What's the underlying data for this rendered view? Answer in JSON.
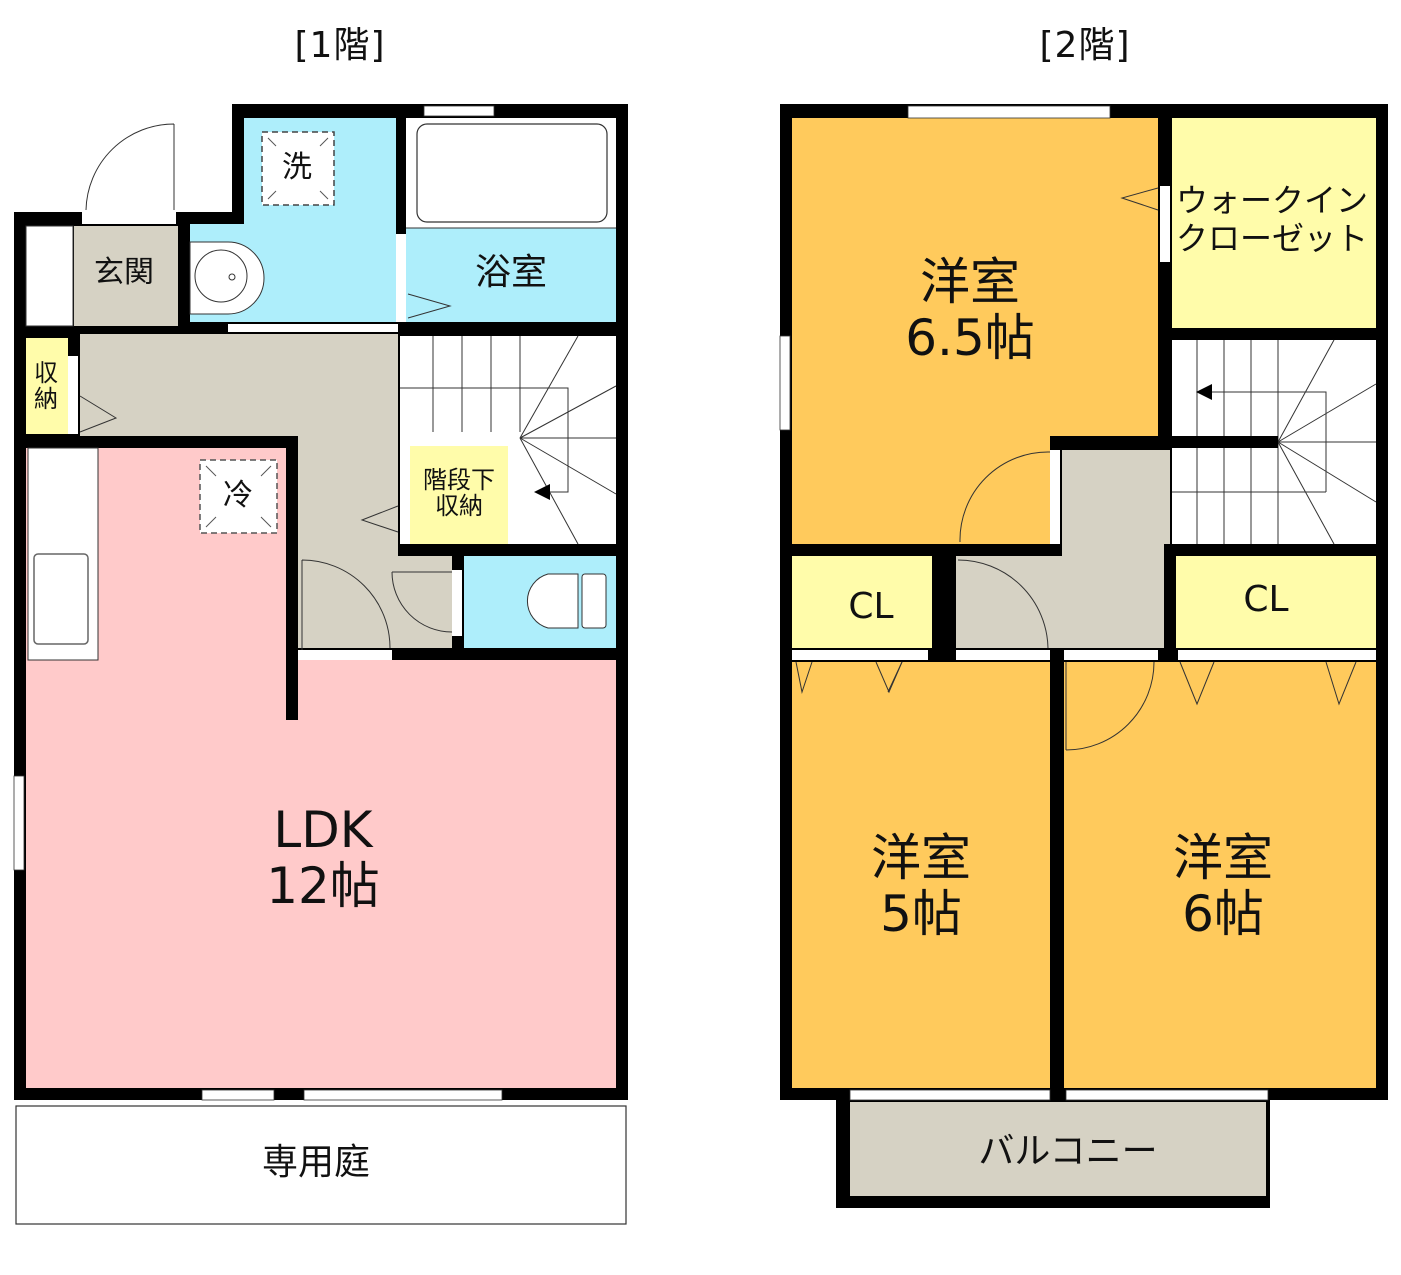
{
  "floors": [
    {
      "title": "[1階]",
      "rooms": {
        "entrance": "玄関",
        "washroom_marker": "洗",
        "bathroom": "浴室",
        "storage": [
          "収",
          "納"
        ],
        "under_stair_storage": [
          "階段下",
          "収納"
        ],
        "fridge_marker": "冷",
        "ldk": {
          "name": "LDK",
          "size": "12帖"
        },
        "private_garden": "専用庭"
      }
    },
    {
      "title": "[2階]",
      "rooms": {
        "western_room_a": {
          "name": "洋室",
          "size": "6.5帖"
        },
        "walk_in_closet": [
          "ウォークイン",
          "クローゼット"
        ],
        "closet_left": "CL",
        "closet_right": "CL",
        "western_room_b": {
          "name": "洋室",
          "size": "5帖"
        },
        "western_room_c": {
          "name": "洋室",
          "size": "6帖"
        },
        "balcony": "バルコニー"
      }
    }
  ],
  "colors": {
    "wall": "#000000",
    "ldk": "#FFCACA",
    "western_room": "#FFCA5C",
    "closet": "#FFFCAA",
    "wet_area": "#AEEEFB",
    "hall": "#D6D2C4",
    "stair": "#FFFFFF",
    "garden_border": "#333333"
  }
}
